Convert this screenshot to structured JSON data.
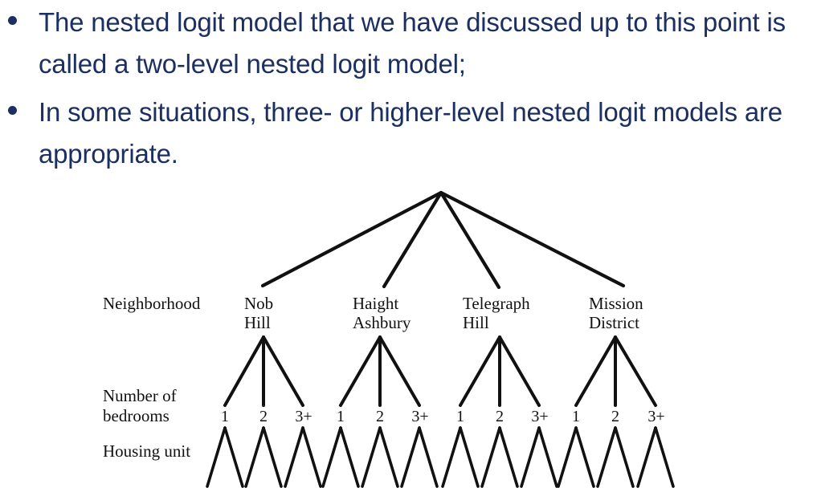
{
  "slide": {
    "background_color": "#ffffff",
    "text_color": "#1b2f60",
    "diagram_color": "#111111"
  },
  "bullets": [
    {
      "marker": "bullet-dot",
      "text": "The nested logit model that we have discussed up to this point is called a two-level nested logit model;"
    },
    {
      "marker": "bullet-dot",
      "text": "In some situations, three- or higher-level nested logit models are appropriate."
    }
  ],
  "diagram": {
    "type": "three-level-nested-logit-tree",
    "row_labels": {
      "neighborhood": "Neighborhood",
      "bedrooms_line1": "Number of",
      "bedrooms_line2": "bedrooms",
      "housing_unit": "Housing unit"
    },
    "neighborhoods": [
      {
        "line1": "Nob",
        "line2": "Hill"
      },
      {
        "line1": "Haight",
        "line2": "Ashbury"
      },
      {
        "line1": "Telegraph",
        "line2": "Hill"
      },
      {
        "line1": "Mission",
        "line2": "District"
      }
    ],
    "bedroom_options": [
      "1",
      "2",
      "3+"
    ],
    "bedroom_labels": [
      "1",
      "2",
      "3+",
      "1",
      "2",
      "3+",
      "1",
      "2",
      "3+",
      "1",
      "2",
      "3+"
    ],
    "housing_unit_count": 12
  }
}
